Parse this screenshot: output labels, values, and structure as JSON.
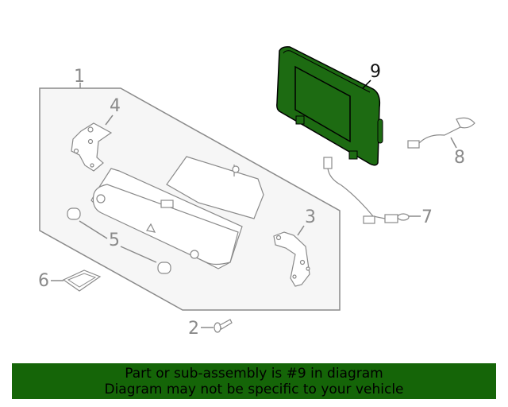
{
  "diagram": {
    "highlight_color": "#1d6b12",
    "outline_color": "#8a8a8a",
    "panel_fill": "#f6f6f6",
    "callouts": [
      {
        "id": "1",
        "label": "1",
        "part": "radio-assembly-outline"
      },
      {
        "id": "2",
        "label": "2",
        "part": "screw"
      },
      {
        "id": "3",
        "label": "3",
        "part": "right-bracket"
      },
      {
        "id": "4",
        "label": "4",
        "part": "left-bracket"
      },
      {
        "id": "5",
        "label": "5",
        "part": "knobs"
      },
      {
        "id": "6",
        "label": "6",
        "part": "pad"
      },
      {
        "id": "7",
        "label": "7",
        "part": "wire-harness"
      },
      {
        "id": "8",
        "label": "8",
        "part": "antenna-cable"
      },
      {
        "id": "9",
        "label": "9",
        "part": "display-screen",
        "highlighted": true
      }
    ]
  },
  "banner": {
    "line1": "Part or sub-assembly is #9 in diagram",
    "line2": "Diagram may not be specific to your vehicle",
    "background": "#156508"
  }
}
